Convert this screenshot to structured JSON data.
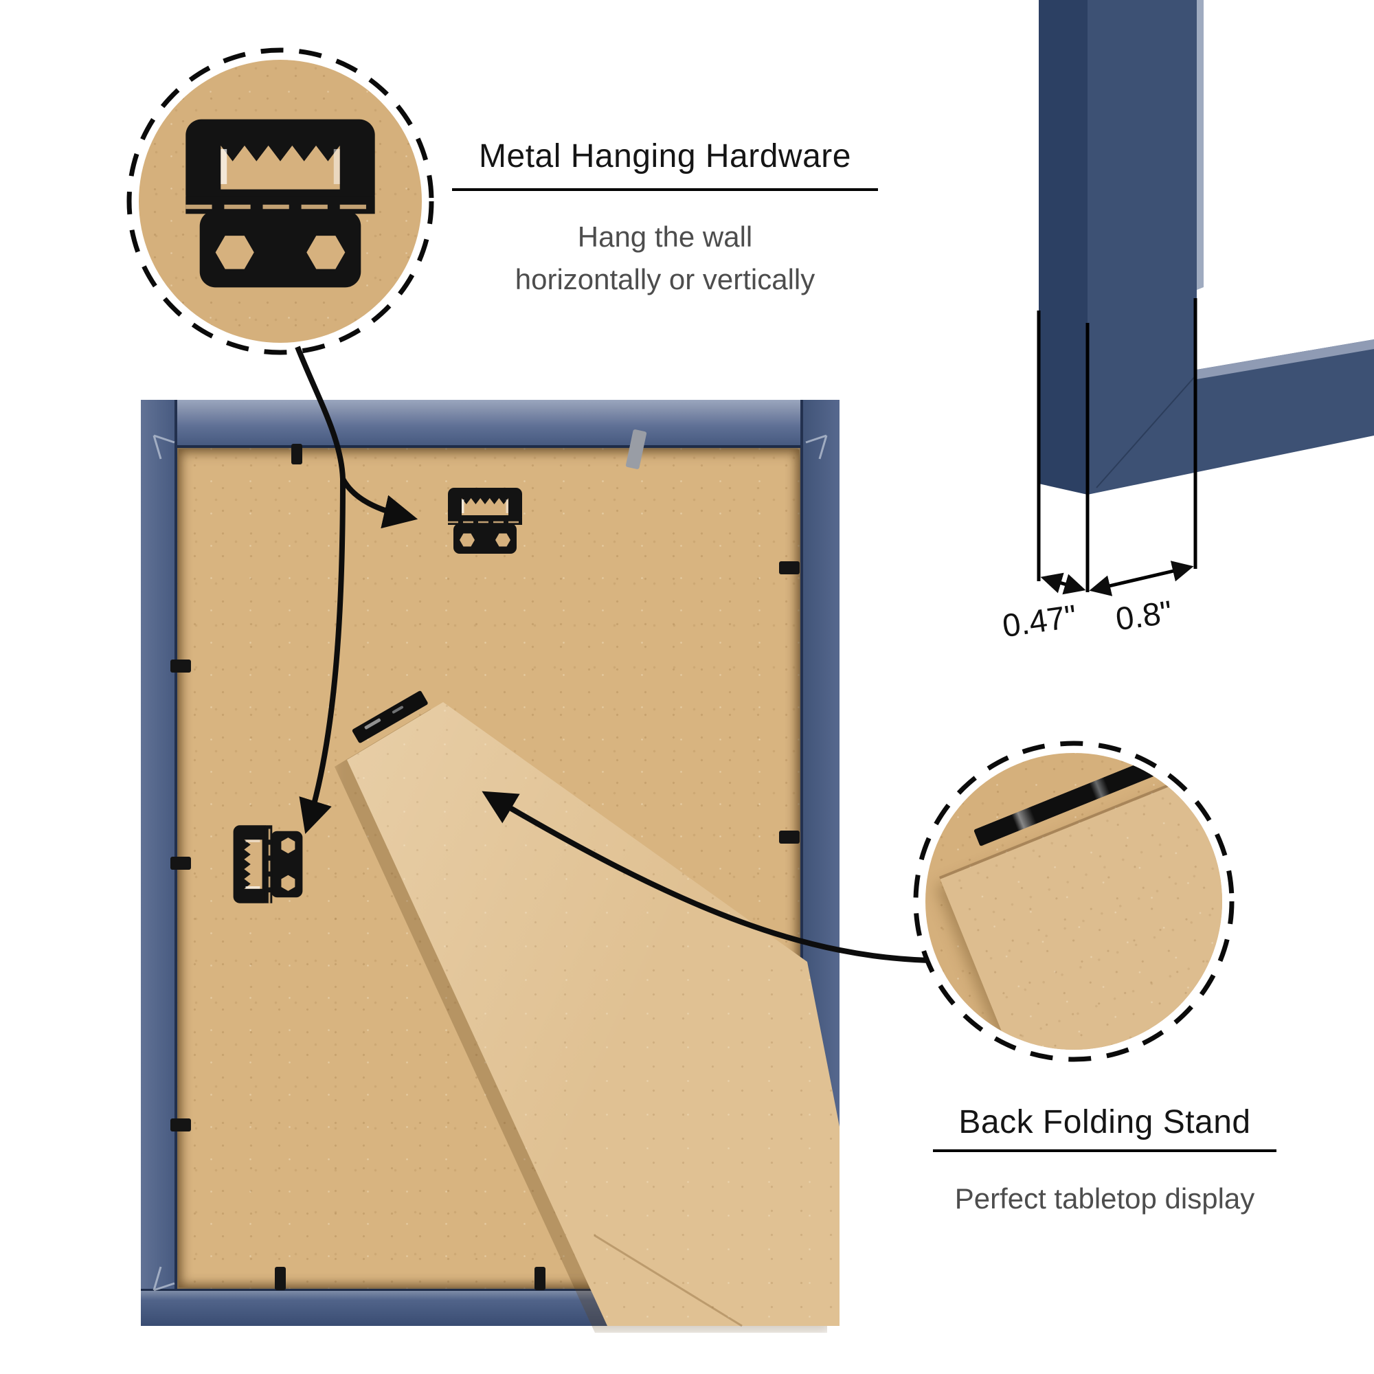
{
  "hardware_callout": {
    "title": "Metal Hanging Hardware",
    "desc_line1": "Hang the wall",
    "desc_line2": "horizontally or vertically",
    "icon": "sawtooth-hanger-icon"
  },
  "stand_callout": {
    "title": "Back Folding Stand",
    "subtitle": "Perfect tabletop display",
    "icon": "stand-hinge-icon"
  },
  "dimensions": {
    "side_thickness": "0.47\"",
    "face_width": "0.8\""
  },
  "icons": {
    "hanger_top": "sawtooth-hanger-icon",
    "hanger_side": "sawtooth-hanger-icon",
    "stand_hinge": "hinge-bar-icon",
    "callout_border": "dashed-circle",
    "pointer": "curved-arrow-icon"
  },
  "colors": {
    "frame_blue_front": "#3d5174",
    "frame_blue_dark": "#2c4063",
    "frame_blue_light": "#9aa6be",
    "kraft_back": "#d8b480",
    "hardware_black": "#131313",
    "arrow_black": "#0d0d0d",
    "title_text": "#151515",
    "subtitle_text": "#4d4d4d"
  }
}
